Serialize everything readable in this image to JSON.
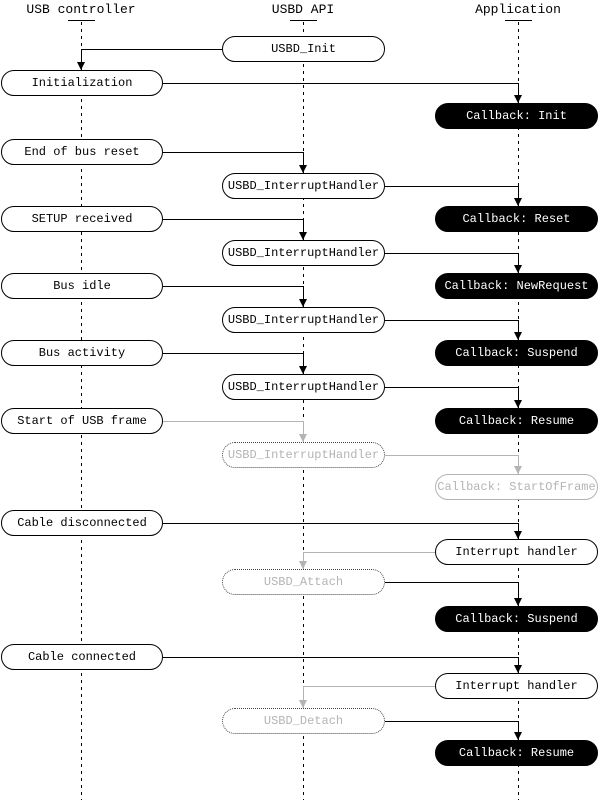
{
  "diagram": {
    "columns": [
      {
        "id": "usb-controller",
        "label": "USB controller"
      },
      {
        "id": "usbd-api",
        "label": "USBD API"
      },
      {
        "id": "application",
        "label": "Application"
      }
    ],
    "colors": {
      "line": "#000000",
      "inactive": "#b4b4b4",
      "callback_bg": "#000000",
      "callback_text": "#ffffff",
      "box_bg": "#ffffff"
    },
    "nodes": [
      {
        "label": "USBD_Init",
        "column": "usbd-api",
        "variant": "solid"
      },
      {
        "label": "Initialization",
        "column": "usb-controller",
        "variant": "solid"
      },
      {
        "label": "Callback: Init",
        "column": "application",
        "variant": "callback"
      },
      {
        "label": "End of bus reset",
        "column": "usb-controller",
        "variant": "solid"
      },
      {
        "label": "USBD_InterruptHandler",
        "column": "usbd-api",
        "variant": "solid"
      },
      {
        "label": "SETUP received",
        "column": "usb-controller",
        "variant": "solid"
      },
      {
        "label": "Callback: Reset",
        "column": "application",
        "variant": "callback"
      },
      {
        "label": "USBD_InterruptHandler",
        "column": "usbd-api",
        "variant": "solid"
      },
      {
        "label": "Bus idle",
        "column": "usb-controller",
        "variant": "solid"
      },
      {
        "label": "Callback: NewRequest",
        "column": "application",
        "variant": "callback"
      },
      {
        "label": "USBD_InterruptHandler",
        "column": "usbd-api",
        "variant": "solid"
      },
      {
        "label": "Bus activity",
        "column": "usb-controller",
        "variant": "solid"
      },
      {
        "label": "Callback: Suspend",
        "column": "application",
        "variant": "callback"
      },
      {
        "label": "USBD_InterruptHandler",
        "column": "usbd-api",
        "variant": "solid"
      },
      {
        "label": "Start of USB frame",
        "column": "usb-controller",
        "variant": "solid"
      },
      {
        "label": "Callback: Resume",
        "column": "application",
        "variant": "callback"
      },
      {
        "label": "USBD_InterruptHandler",
        "column": "usbd-api",
        "variant": "inactive-dotted"
      },
      {
        "label": "Callback: StartOfFrame",
        "column": "application",
        "variant": "inactive-outline"
      },
      {
        "label": "Cable disconnected",
        "column": "usb-controller",
        "variant": "solid"
      },
      {
        "label": "Interrupt handler",
        "column": "application",
        "variant": "solid"
      },
      {
        "label": "USBD_Attach",
        "column": "usbd-api",
        "variant": "inactive-dotted"
      },
      {
        "label": "Callback: Suspend",
        "column": "application",
        "variant": "callback"
      },
      {
        "label": "Cable connected",
        "column": "usb-controller",
        "variant": "solid"
      },
      {
        "label": "Interrupt handler",
        "column": "application",
        "variant": "solid"
      },
      {
        "label": "USBD_Detach",
        "column": "usbd-api",
        "variant": "inactive-dotted"
      },
      {
        "label": "Callback: Resume",
        "column": "application",
        "variant": "callback"
      }
    ]
  }
}
